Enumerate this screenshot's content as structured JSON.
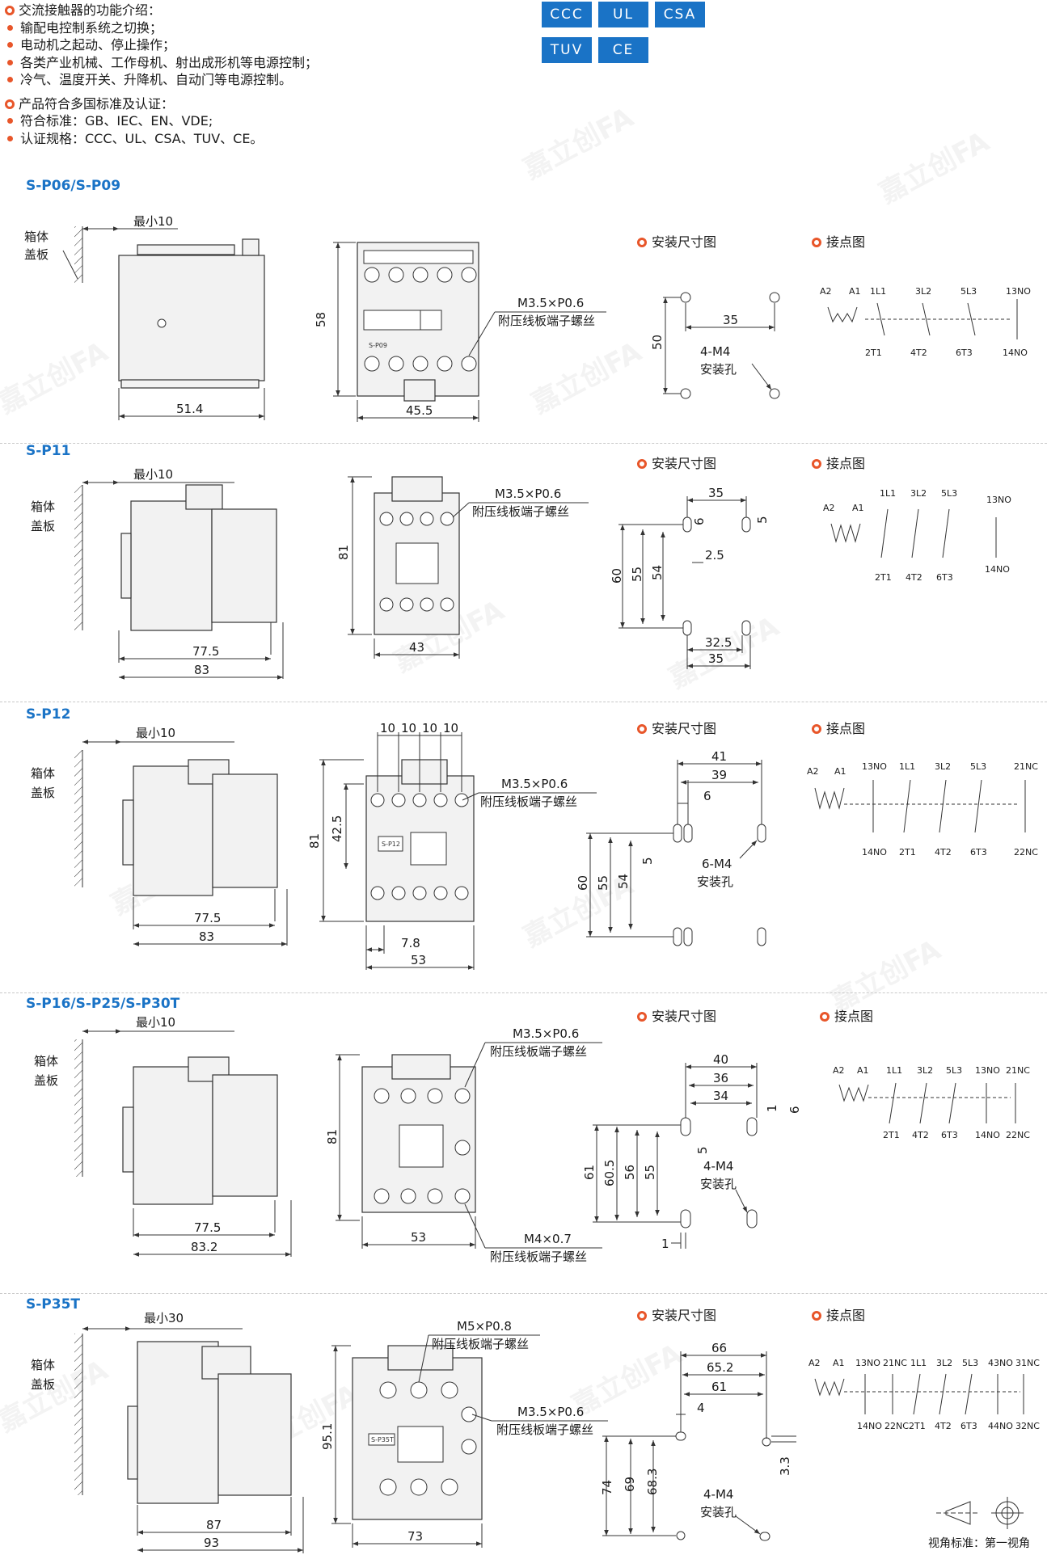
{
  "intro": {
    "func_title": "交流接触器的功能介绍：",
    "func_items": [
      "输配电控制系统之切换；",
      "电动机之起动、停止操作；",
      "各类产业机械、工作母机、射出成形机等电源控制；",
      "冷气、温度开关、升降机、自动门等电源控制。"
    ],
    "std_title": "产品符合多国标准及认证：",
    "std_items": [
      "符合标准：GB、IEC、EN、VDE;",
      "认证规格：CCC、UL、CSA、TUV、CE。"
    ]
  },
  "badges": [
    "CCC",
    "UL",
    "CSA",
    "TUV",
    "CE"
  ],
  "colors": {
    "accent": "#1a73c6",
    "bullet": "#e8562a"
  },
  "common": {
    "cover_label_1": "箱体",
    "cover_label_2": "盖板",
    "mount_title": "安装尺寸图",
    "contact_title": "接点图",
    "screw_label": "附压线板端子螺丝",
    "hole_label": "安装孔"
  },
  "sections": [
    {
      "title": "S-P06/S-P09",
      "min": "最小10",
      "side_w": "51.4",
      "front_h": "58",
      "front_w": "45.5",
      "screw": "M3.5×P0.6",
      "model": "S-P09",
      "mount": {
        "w": "35",
        "h": "50",
        "holes": "4-M4"
      }
    },
    {
      "title": "S-P11",
      "min": "最小10",
      "side_w1": "77.5",
      "side_w2": "83",
      "front_h": "81",
      "front_w": "43",
      "screw": "M3.5×P0.6",
      "mount": {
        "w_top": "35",
        "d6": "6",
        "d5": "5",
        "d25": "2.5",
        "h60": "60",
        "h55": "55",
        "h54": "54",
        "w325": "32.5",
        "w35": "35"
      }
    },
    {
      "title": "S-P12",
      "min": "最小10",
      "side_w1": "77.5",
      "side_w2": "83",
      "front_h": "81",
      "front_h2": "42.5",
      "front_w": "53",
      "front_w2": "7.8",
      "pitch": [
        "10",
        "10",
        "10",
        "10"
      ],
      "screw": "M3.5×P0.6",
      "model": "S-P12",
      "mount": {
        "w41": "41",
        "w39": "39",
        "d6": "6",
        "d5": "5",
        "h60": "60",
        "h55": "55",
        "h54": "54",
        "holes": "6-M4"
      }
    },
    {
      "title": "S-P16/S-P25/S-P30T",
      "min": "最小10",
      "side_w1": "77.5",
      "side_w2": "83.2",
      "front_h": "81",
      "front_w": "53",
      "screw": "M3.5×P0.6",
      "screw2": "M4×0.7",
      "mount": {
        "w40": "40",
        "w36": "36",
        "w34": "34",
        "d1": "1",
        "d6": "6",
        "d5": "5",
        "h61": "61",
        "h605": "60.5",
        "h56": "56",
        "h55": "55",
        "holes": "4-M4",
        "b1": "1"
      }
    },
    {
      "title": "S-P35T",
      "min": "最小30",
      "side_w1": "87",
      "side_w2": "93",
      "front_h": "95.1",
      "front_w": "73",
      "screw": "M5×P0.8",
      "screw2": "M3.5×P0.6",
      "model": "S-P35T",
      "mount": {
        "w66": "66",
        "w652": "65.2",
        "w61": "61",
        "d4": "4",
        "h74": "74",
        "h69": "69",
        "h683": "68.3",
        "d33": "3.3",
        "holes": "4-M4"
      }
    }
  ],
  "contacts": {
    "s1": {
      "top": [
        "A2",
        "A1",
        "1L1",
        "3L2",
        "5L3",
        "13NO"
      ],
      "bot": [
        "2T1",
        "4T2",
        "6T3",
        "14NO"
      ]
    },
    "s2": {
      "top": [
        "A2",
        "A1",
        "1L1",
        "3L2",
        "5L3",
        "13NO"
      ],
      "bot": [
        "2T1",
        "4T2",
        "6T3",
        "14NO"
      ]
    },
    "s3": {
      "top": [
        "A2",
        "A1",
        "13NO",
        "1L1",
        "3L2",
        "5L3",
        "21NC"
      ],
      "bot": [
        "14NO",
        "2T1",
        "4T2",
        "6T3",
        "22NC"
      ]
    },
    "s4": {
      "top": [
        "A2",
        "A1",
        "1L1",
        "3L2",
        "5L3",
        "13NO",
        "21NC"
      ],
      "bot": [
        "2T1",
        "4T2",
        "6T3",
        "14NO",
        "22NC"
      ]
    },
    "s5": {
      "top": [
        "A2",
        "A1",
        "13NO",
        "21NC",
        "1L1",
        "3L2",
        "5L3",
        "43NO",
        "31NC"
      ],
      "bot": [
        "14NO",
        "22NC",
        "2T1",
        "4T2",
        "6T3",
        "44NO",
        "32NC"
      ]
    }
  },
  "view": "视角标准：第一视角",
  "watermark": "嘉立创FA"
}
